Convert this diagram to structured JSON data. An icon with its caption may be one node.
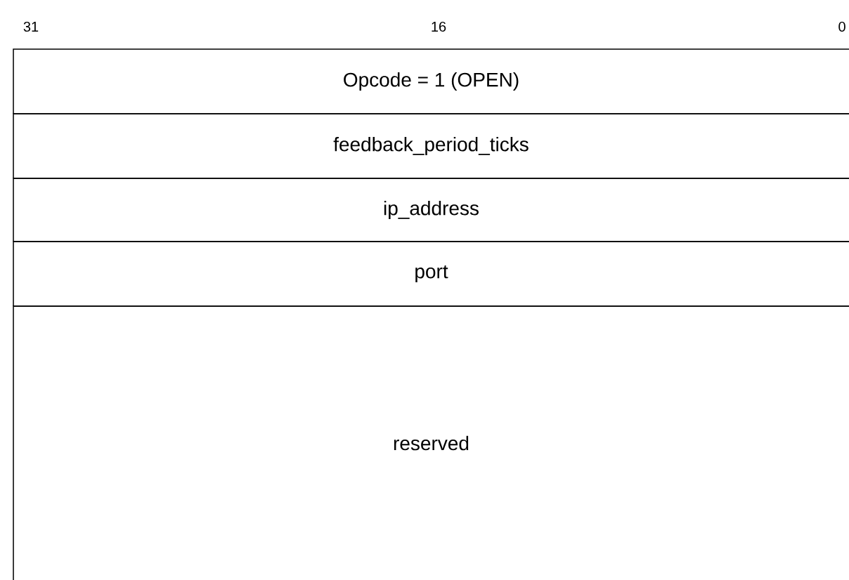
{
  "diagram": {
    "nodes": [
      {
        "text": [
          "Opcode = 1 (OPEN)"
        ]
      },
      {
        "text": [
          "feedback_period_ticks"
        ]
      },
      {
        "text": [
          "ip_address"
        ]
      },
      {
        "text": [
          "port"
        ]
      },
      {
        "text": [
          "reserved"
        ]
      }
    ],
    "labels": [
      "31",
      "16",
      "0"
    ]
  }
}
